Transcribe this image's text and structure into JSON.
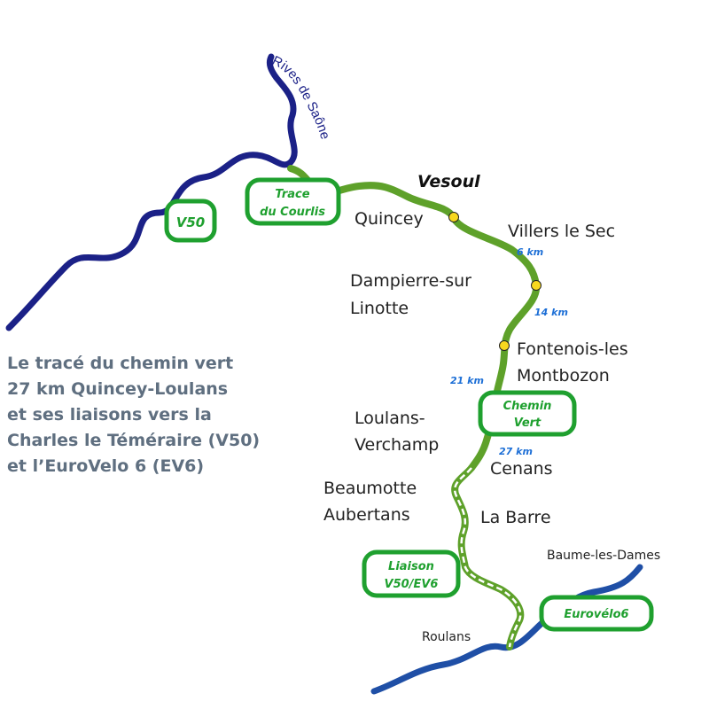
{
  "colors": {
    "river_dark": "#1b2187",
    "river_light": "#1f4fa6",
    "route_green": "#5ea12a",
    "badge_green": "#1fa02f",
    "town_dot": "#f7d81e",
    "km_blue": "#1d6fd6",
    "description_text": "#5f6f80"
  },
  "map": {
    "city": "Vesoul",
    "river_name": "Rives de Saône",
    "towns": {
      "quincey": "Quincey",
      "villers": "Villers le Sec",
      "dampierre_1": "Dampierre-sur",
      "dampierre_2": "Linotte",
      "fontenois_1": "Fontenois-les",
      "fontenois_2": "Montbozon",
      "loulans_1": "Loulans-",
      "loulans_2": "Verchamp",
      "cenans": "Cenans",
      "beaumotte_1": "Beaumotte",
      "beaumotte_2": "Aubertans",
      "labarre": "La Barre",
      "baume": "Baume-les-Dames",
      "roulans": "Roulans"
    },
    "distances": {
      "d6": "6 km",
      "d14": "14 km",
      "d21": "21 km",
      "d27": "27 km"
    },
    "badges": {
      "v50": "V50",
      "trace_1": "Trace",
      "trace_2": "du Courlis",
      "chemin_1": "Chemin",
      "chemin_2": "Vert",
      "liaison_1": "Liaison",
      "liaison_2": "V50/EV6",
      "eurovelo": "Eurovélo6"
    }
  },
  "description": {
    "line1": "Le tracé du chemin vert",
    "line2": "27 km Quincey-Loulans",
    "line3": "et ses liaisons vers la",
    "line4": "Charles le Téméraire (V50)",
    "line5": "et l’EuroVelo 6 (EV6)"
  }
}
